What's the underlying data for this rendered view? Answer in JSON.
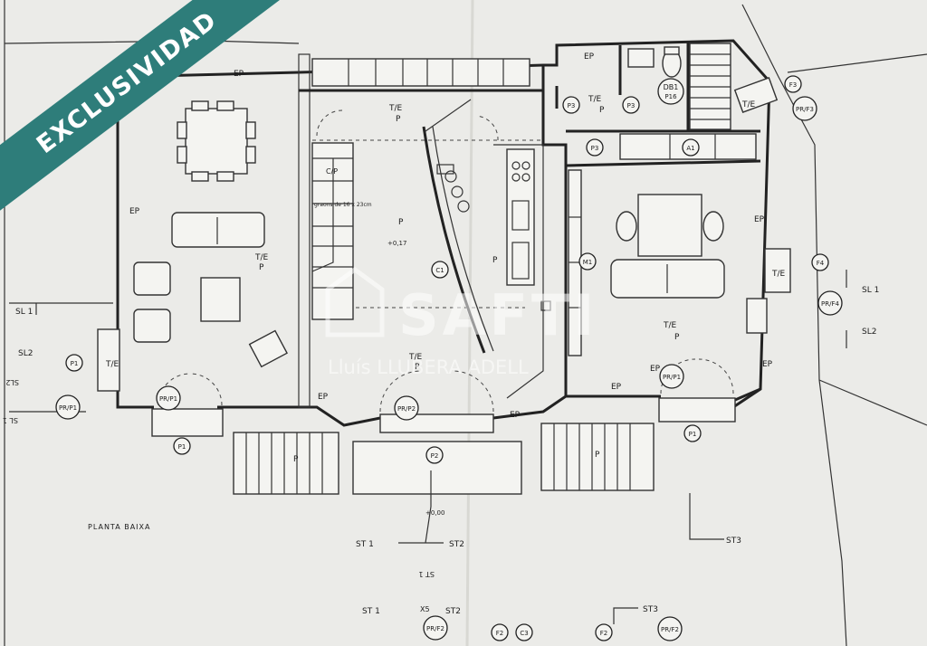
{
  "badge": {
    "text": "EXCLUSIVIDAD",
    "color": "#2e7d7a"
  },
  "watermark": {
    "brand": "SAFTI",
    "agent": "Lluís LLUBERA ADELL"
  },
  "floor_title": "PLANTA BAIXA",
  "labels": {
    "ep": "EP",
    "p": "P",
    "te": "T/E",
    "cp": "C/P",
    "stair_note": "graons de 16 x 23cm",
    "level_017": "+0,17",
    "level_000": "+0,00",
    "db1": "DB1",
    "p16": "P16",
    "sl1": "SL 1",
    "sl2": "SL2",
    "sl1_left": "SL 1",
    "sl2_left": "SL2",
    "sl2_mirror": "SL2",
    "sl1_mirror": "SL 1",
    "st1": "ST 1",
    "st2": "ST2",
    "st3": "ST3",
    "st1_b": "ST 1",
    "st2_b": "ST2",
    "st3_b": "ST3",
    "st1_mirror": "ST 1",
    "x5": "X5"
  },
  "tags": {
    "p3": "P3",
    "a1": "A1",
    "m1": "M1",
    "c1": "C1",
    "f3": "F3",
    "prf3": "PR/F3",
    "f4": "F4",
    "prf4": "PR/F4",
    "p1": "P1",
    "prp1": "PR/P1",
    "prp2": "PR/P2",
    "p2": "P2",
    "f2": "F2",
    "c3": "C3",
    "prf2": "PR/F2"
  }
}
